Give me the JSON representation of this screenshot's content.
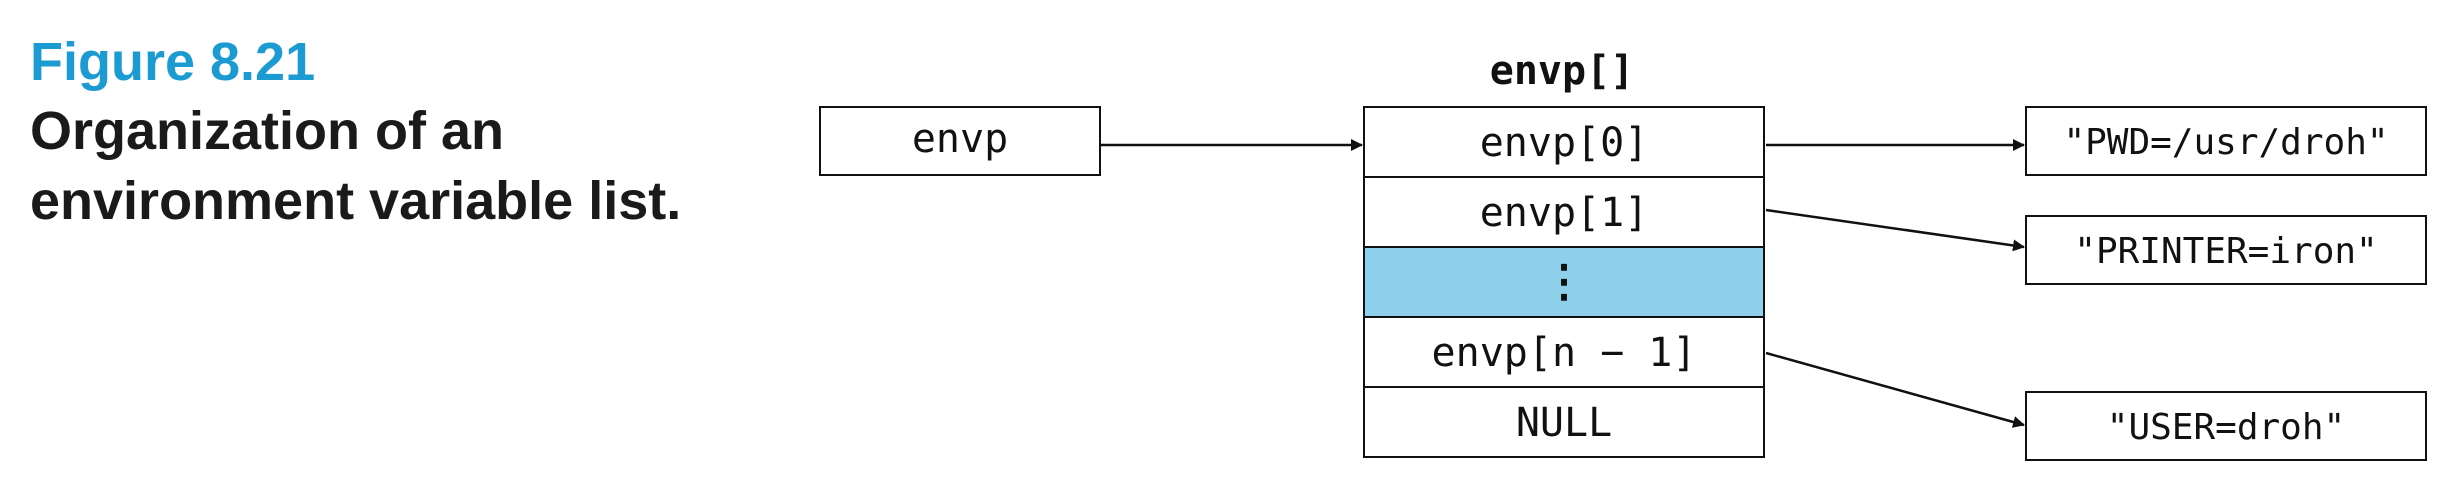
{
  "caption": {
    "figure_number": "Figure 8.21",
    "title_line1": "Organization of an",
    "title_line2": "environment variable list."
  },
  "diagram": {
    "pointer_label": "envp",
    "array_label": "envp[]",
    "array_cells": [
      "envp[0]",
      "envp[1]",
      "⋮",
      "envp[n − 1]",
      "NULL"
    ],
    "strings": [
      "\"PWD=/usr/droh\"",
      "\"PRINTER=iron\"",
      "\"USER=droh\""
    ],
    "highlight_color": "#8fd0ea"
  }
}
